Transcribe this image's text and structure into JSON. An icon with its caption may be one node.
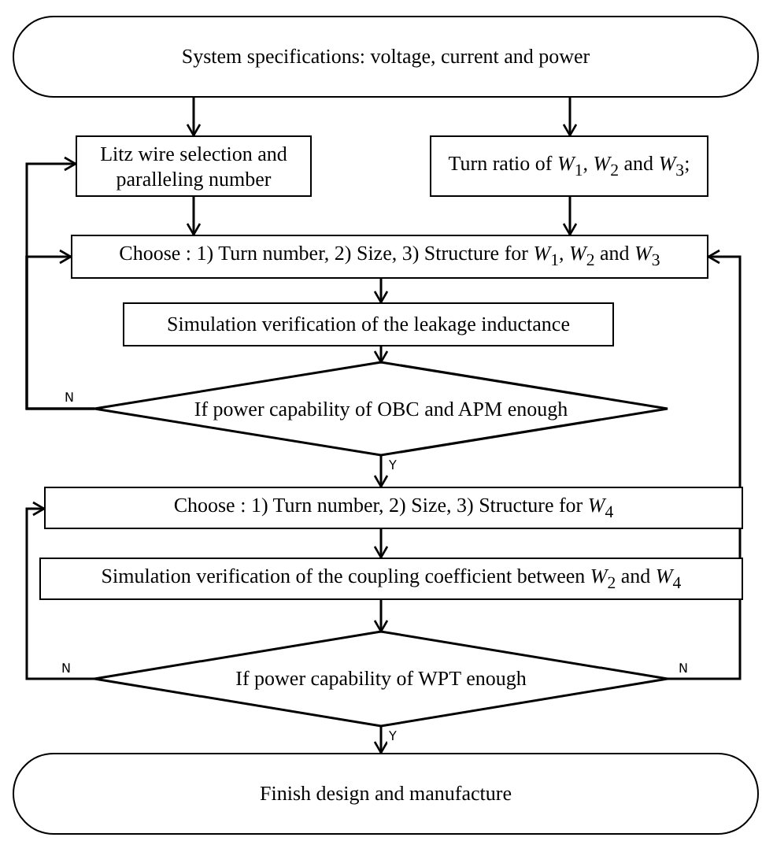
{
  "diagram": {
    "nodes": [
      {
        "text": [
          "System specifications: voltage, current and power"
        ]
      },
      {
        "text": [
          "Litz wire selection and paralleling number"
        ]
      },
      {
        "text": [
          "Turn ratio of *W*$_{1}$, *W*$_{2}$ and *W*$_{3}$;"
        ]
      },
      {
        "text": [
          "Choose : 1) Turn number, 2) Size, 3) Structure for *W*$_{1}$, *W*$_{2}$ and *W*$_{3}$"
        ]
      },
      {
        "text": [
          "Simulation verification of the leakage inductance"
        ]
      },
      {
        "text": [
          "If power capability of OBC and APM enough"
        ]
      },
      {
        "text": [
          "Choose : 1) Turn number, 2) Size, 3) Structure for *W*$_{4}$"
        ]
      },
      {
        "text": [
          "Simulation verification of the coupling coefficient between *W*$_{2}$ and *W*$_{4}$"
        ]
      },
      {
        "text": [
          "If power capability of WPT enough"
        ]
      },
      {
        "text": [
          "Finish design and manufacture"
        ]
      }
    ],
    "edges": [
      {
        "from": 0,
        "to": 1,
        "arrow": "to"
      },
      {
        "from": 0,
        "to": 2,
        "arrow": "to"
      },
      {
        "from": 1,
        "to": 3,
        "arrow": "to"
      },
      {
        "from": 2,
        "to": 3,
        "arrow": "to"
      },
      {
        "from": 3,
        "to": 4,
        "arrow": "to"
      },
      {
        "from": 4,
        "to": 5,
        "arrow": "to"
      },
      {
        "from": 5,
        "to": 1,
        "arrow": "to",
        "label": "N"
      },
      {
        "from": 5,
        "to": 3,
        "arrow": "to"
      },
      {
        "from": 5,
        "to": 6,
        "arrow": "to",
        "label": "Y"
      },
      {
        "from": 6,
        "to": 7,
        "arrow": "to"
      },
      {
        "from": 7,
        "to": 8,
        "arrow": "to"
      },
      {
        "from": 8,
        "to": 6,
        "arrow": "to",
        "label": "N"
      },
      {
        "from": 8,
        "to": 3,
        "arrow": "to",
        "label": "N"
      },
      {
        "from": 8,
        "to": 9,
        "arrow": "to",
        "label": "Y"
      }
    ]
  }
}
